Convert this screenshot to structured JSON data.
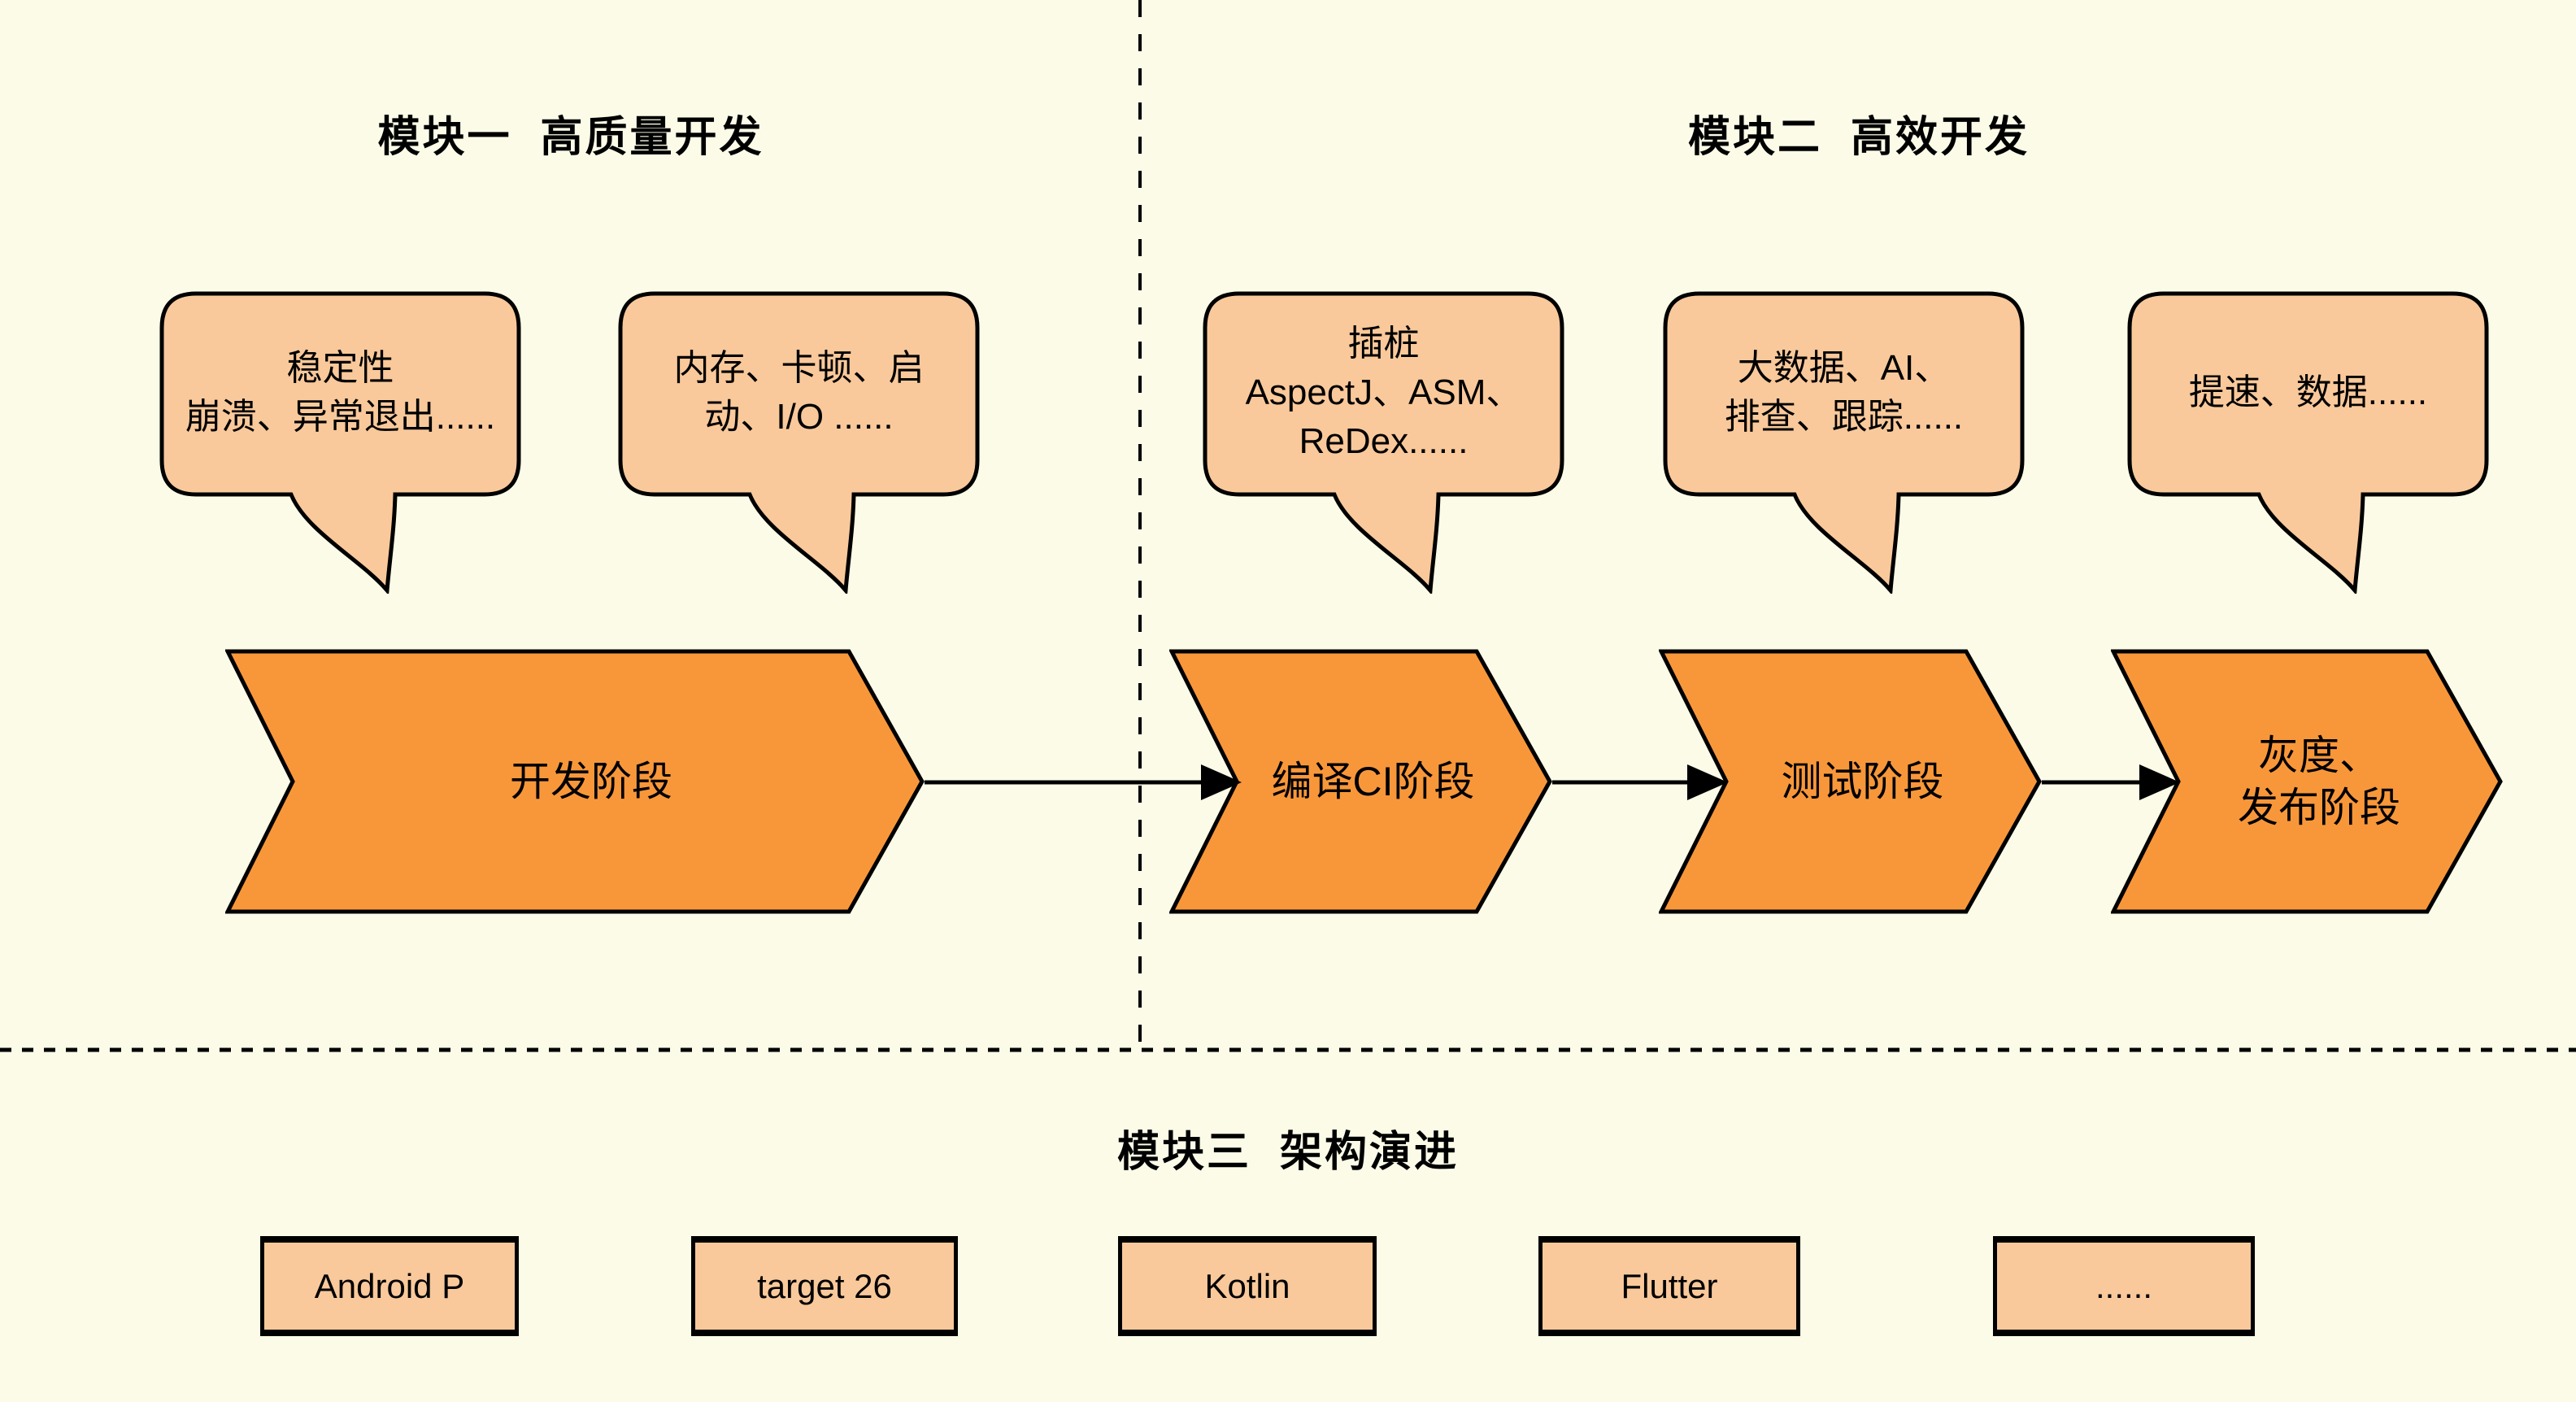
{
  "modules": {
    "module1": {
      "title": "模块一  高质量开发"
    },
    "module2": {
      "title": "模块二  高效开发"
    },
    "module3": {
      "title": "模块三  架构演进"
    }
  },
  "bubbles": [
    {
      "id": "stability",
      "lines": [
        "稳定性",
        "崩溃、异常退出......"
      ]
    },
    {
      "id": "performance",
      "lines": [
        "内存、卡顿、启",
        "动、I/O ......"
      ]
    },
    {
      "id": "instrumentation",
      "lines": [
        "插桩",
        "AspectJ、ASM、",
        "ReDex......"
      ]
    },
    {
      "id": "bigdata",
      "lines": [
        "大数据、AI、",
        "排查、跟踪......"
      ]
    },
    {
      "id": "speedup",
      "lines": [
        "提速、数据......"
      ]
    }
  ],
  "stages": [
    {
      "id": "development",
      "lines": [
        "开发阶段"
      ]
    },
    {
      "id": "compile-ci",
      "lines": [
        "编译CI阶段"
      ]
    },
    {
      "id": "testing",
      "lines": [
        "测试阶段"
      ]
    },
    {
      "id": "release",
      "lines": [
        "灰度、",
        "发布阶段"
      ]
    }
  ],
  "tech_boxes": [
    {
      "label": "Android P"
    },
    {
      "label": "target 26"
    },
    {
      "label": "Kotlin"
    },
    {
      "label": "Flutter"
    },
    {
      "label": "......"
    }
  ],
  "colors": {
    "background": "#FBFBE8",
    "stage_fill": "#F8973A",
    "bubble_fill": "#F9C99B",
    "stroke": "#000000"
  }
}
